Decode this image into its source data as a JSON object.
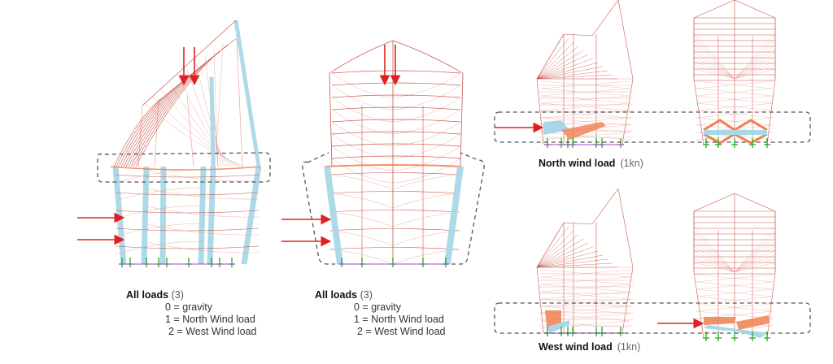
{
  "colors": {
    "member": "#c0392b",
    "member_light": "#e8a39a",
    "highlight_member": "#f08050",
    "column_fill": "#a8d8e8",
    "load_arrow": "#e02020",
    "support": "#22aa22",
    "support_label": "#aa44cc",
    "dashed_box": "#555555"
  },
  "panels": [
    {
      "id": "all-loads-left",
      "caption": {
        "title": "All loads",
        "count": "(3)",
        "legend": [
          "0 = gravity",
          "1 = North Wind load",
          "2 = West  Wind load"
        ]
      }
    },
    {
      "id": "all-loads-right",
      "caption": {
        "title": "All loads",
        "count": "(3)",
        "legend": [
          "0 = gravity",
          "1 = North Wind load",
          "2 = West  Wind load"
        ]
      }
    }
  ],
  "north_wind": {
    "title": "North wind load",
    "unit": "(1kn)"
  },
  "west_wind": {
    "title": "West wind load",
    "unit": "(1kn)"
  }
}
